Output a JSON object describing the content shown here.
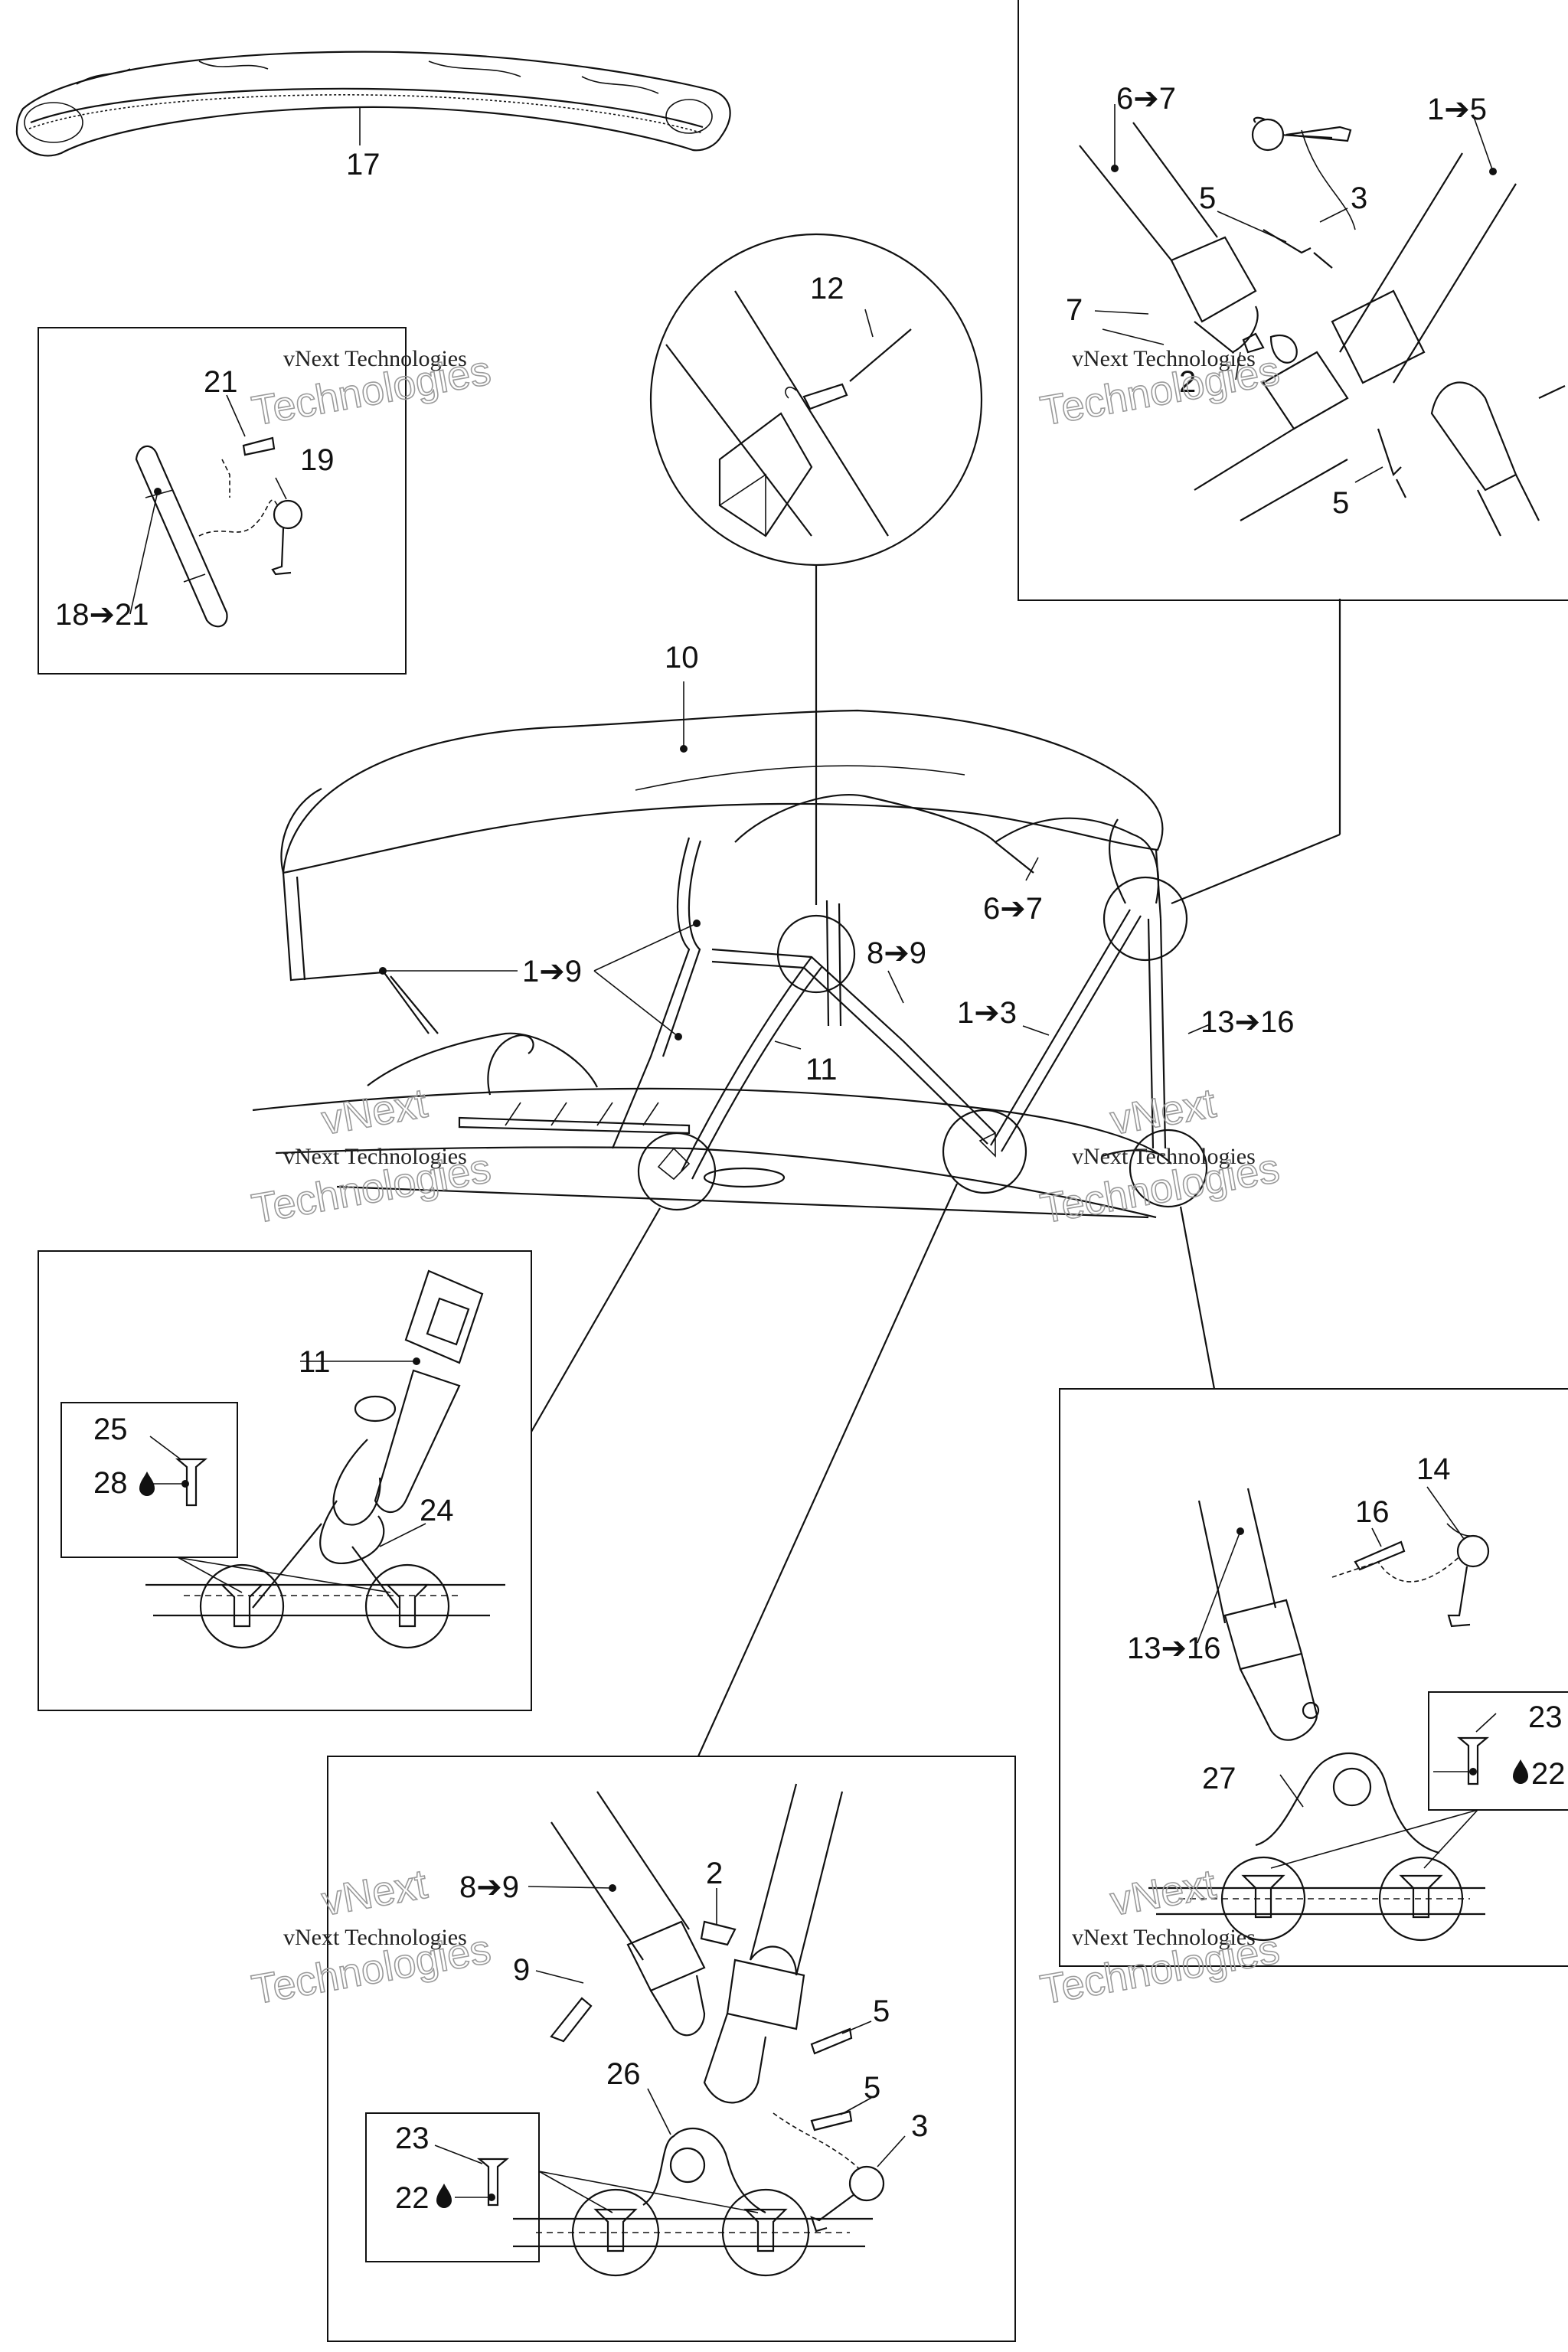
{
  "callouts": {
    "c17": "17",
    "c21": "21",
    "c19": "19",
    "c18_21": "18➔21",
    "c12": "12",
    "c10": "10",
    "c6_7a": "6➔7",
    "c1_5": "1➔5",
    "c5a": "5",
    "c3a": "3",
    "c7": "7",
    "c2a": "2",
    "c5b": "5",
    "c1_9": "1➔9",
    "c8_9a": "8➔9",
    "c6_7b": "6➔7",
    "c1_3": "1➔3",
    "c13_16a": "13➔16",
    "c11a": "11",
    "c11b": "11",
    "c25": "25",
    "c28": "28",
    "c24": "24",
    "c14": "14",
    "c16": "16",
    "c13_16b": "13➔16",
    "c23a": "23",
    "c22a": "22",
    "c27": "27",
    "c8_9b": "8➔9",
    "c2b": "2",
    "c9": "9",
    "c5c": "5",
    "c26": "26",
    "c5d": "5",
    "c3b": "3",
    "c23b": "23",
    "c22b": "22"
  },
  "watermark": {
    "line1": "vNext Technologies",
    "line2": "vNext",
    "line3": "Technologies"
  },
  "icons": {
    "drop": "liquid-drop-icon"
  }
}
